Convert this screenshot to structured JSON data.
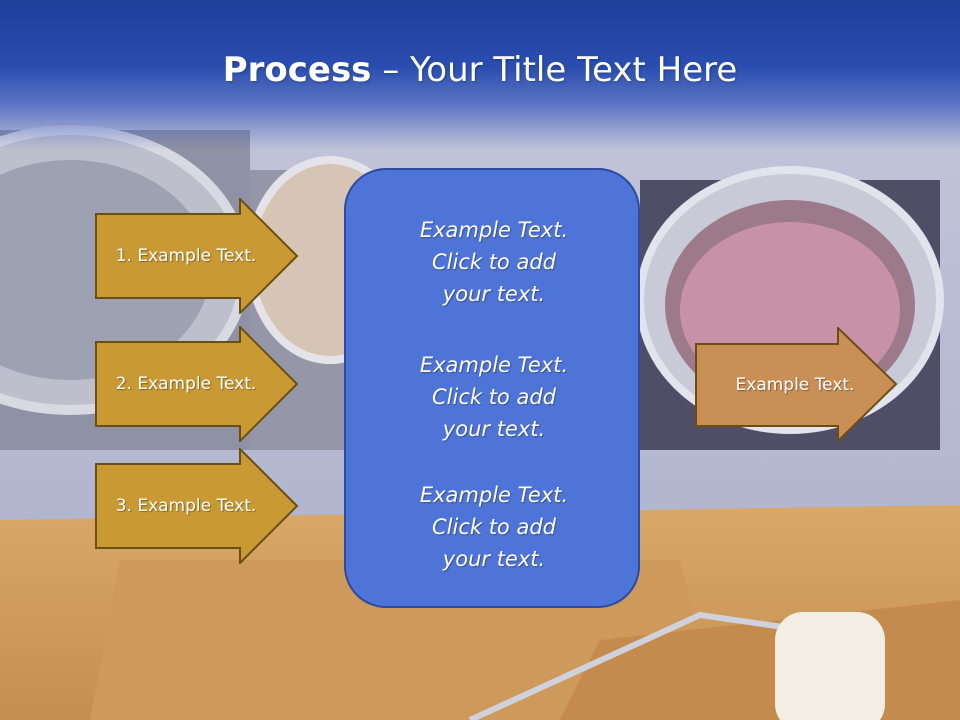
{
  "slide": {
    "title_bold": "Process",
    "title_rest": " – Your Title Text Here"
  },
  "arrows": [
    {
      "label": "1. Example Text."
    },
    {
      "label": "2. Example Text."
    },
    {
      "label": "3. Example Text."
    }
  ],
  "output_arrow": {
    "label": "Example Text."
  },
  "center_box": {
    "paragraphs": [
      {
        "line1": "Example Text.",
        "line2": "Click  to add",
        "line3": "your text."
      },
      {
        "line1": "Example Text.",
        "line2": "Click  to add",
        "line3": "your text."
      },
      {
        "line1": "Example Text.",
        "line2": "Click  to add",
        "line3": "your text."
      }
    ]
  },
  "colors": {
    "arrow_fill": "#c99a34",
    "arrow_border": "#6b4e13",
    "output_fill": "#c98f55",
    "box_fill": "#4f74d8",
    "box_border": "#2d4a9e",
    "title_bar": "#2a4eb0"
  }
}
